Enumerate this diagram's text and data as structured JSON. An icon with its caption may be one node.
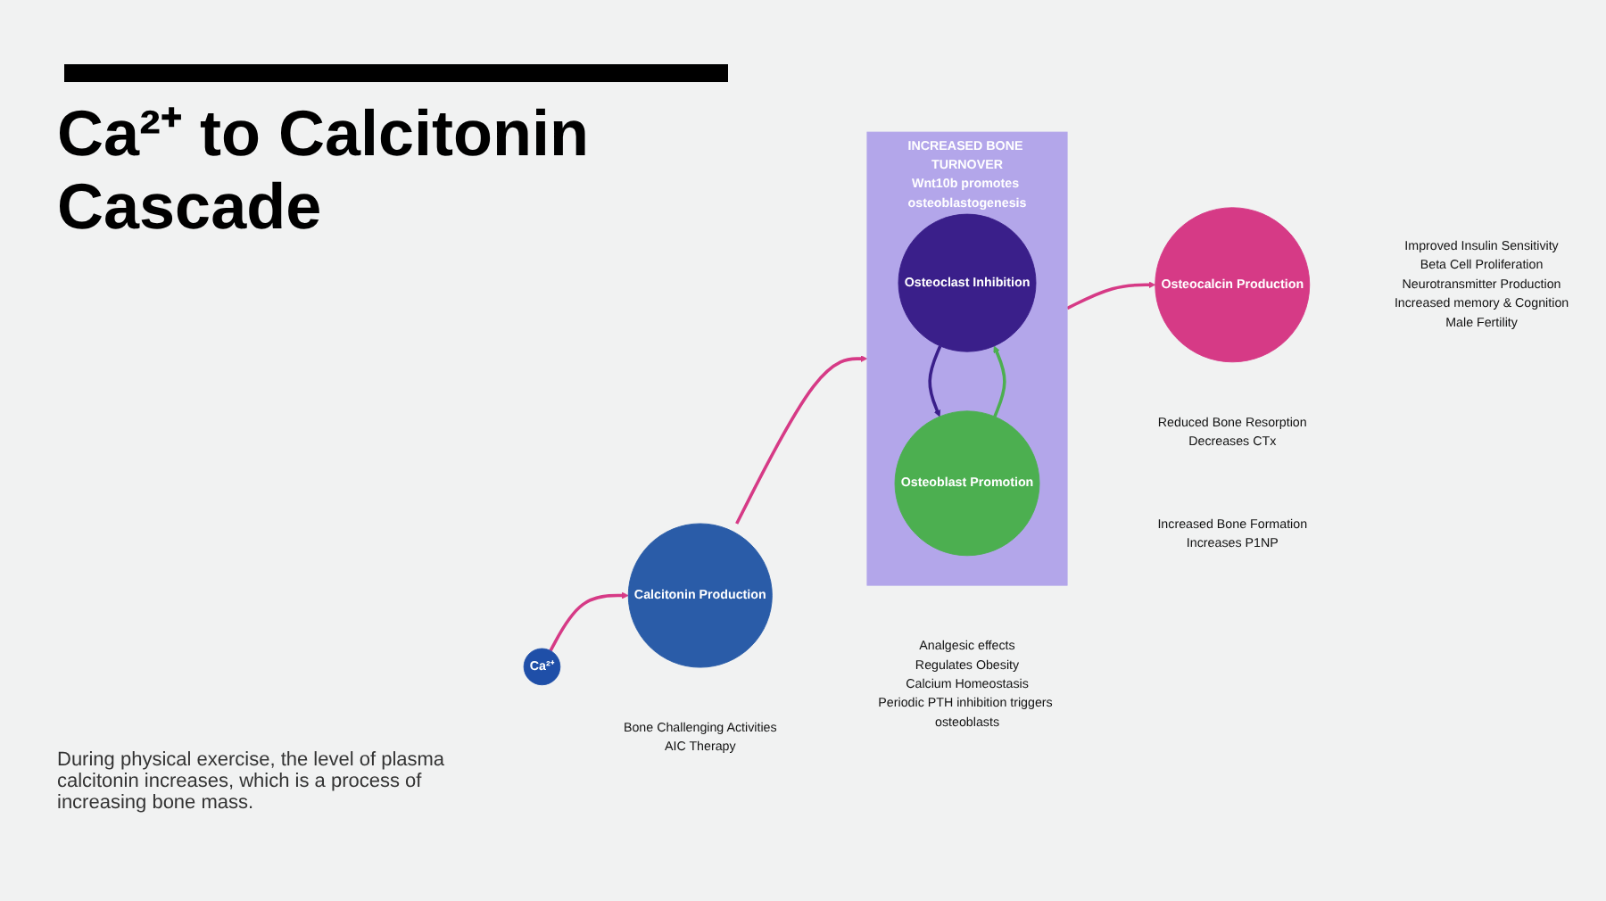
{
  "diagram": {
    "title": "Ca²⁺ to Calcitonin Cascade",
    "nodes": [
      {
        "text": [
          "Ca²⁺"
        ],
        "beside": [
          "Bone Challenging Activities",
          "AIC Therapy"
        ]
      },
      {
        "text": [
          "Calcitonin Production"
        ],
        "beside": [
          "Analgesic effects",
          "Regulates Obesity",
          "Calcium Homeostasis",
          "Periodic PTH inhibition triggers osteoblasts"
        ]
      },
      {
        "text": [
          "INCREASED BONE TURNOVER",
          "Wnt10b promotes osteoblastogenesis"
        ]
      },
      {
        "text": [
          "Osteoclast Inhibition"
        ],
        "in": 2,
        "beside": [
          "Reduced Bone Resorption",
          "Decreases CTx"
        ]
      },
      {
        "text": [
          "Osteoblast Promotion"
        ],
        "in": 2,
        "beside": [
          "Increased Bone Formation",
          "Increases P1NP"
        ]
      },
      {
        "text": [
          "Osteocalcin Production"
        ],
        "beside": [
          "Improved Insulin Sensitivity",
          "Beta Cell Proliferation",
          "Neurotransmitter Production",
          "Increased memory & Cognition",
          "Male Fertility"
        ]
      }
    ],
    "edges": [
      {
        "from": 0,
        "to": 1,
        "arrow": "to"
      },
      {
        "from": 1,
        "to": 2,
        "arrow": "to"
      },
      {
        "from": 3,
        "to": 4,
        "arrow": "to",
        "color": "#3a1f8a"
      },
      {
        "from": 4,
        "to": 3,
        "arrow": "to",
        "color": "#4caf50"
      },
      {
        "from": 2,
        "to": 5,
        "arrow": "to"
      }
    ],
    "labels": [
      "During physical exercise, the level of plasma calcitonin increases, which is a process of increasing bone mass."
    ]
  }
}
